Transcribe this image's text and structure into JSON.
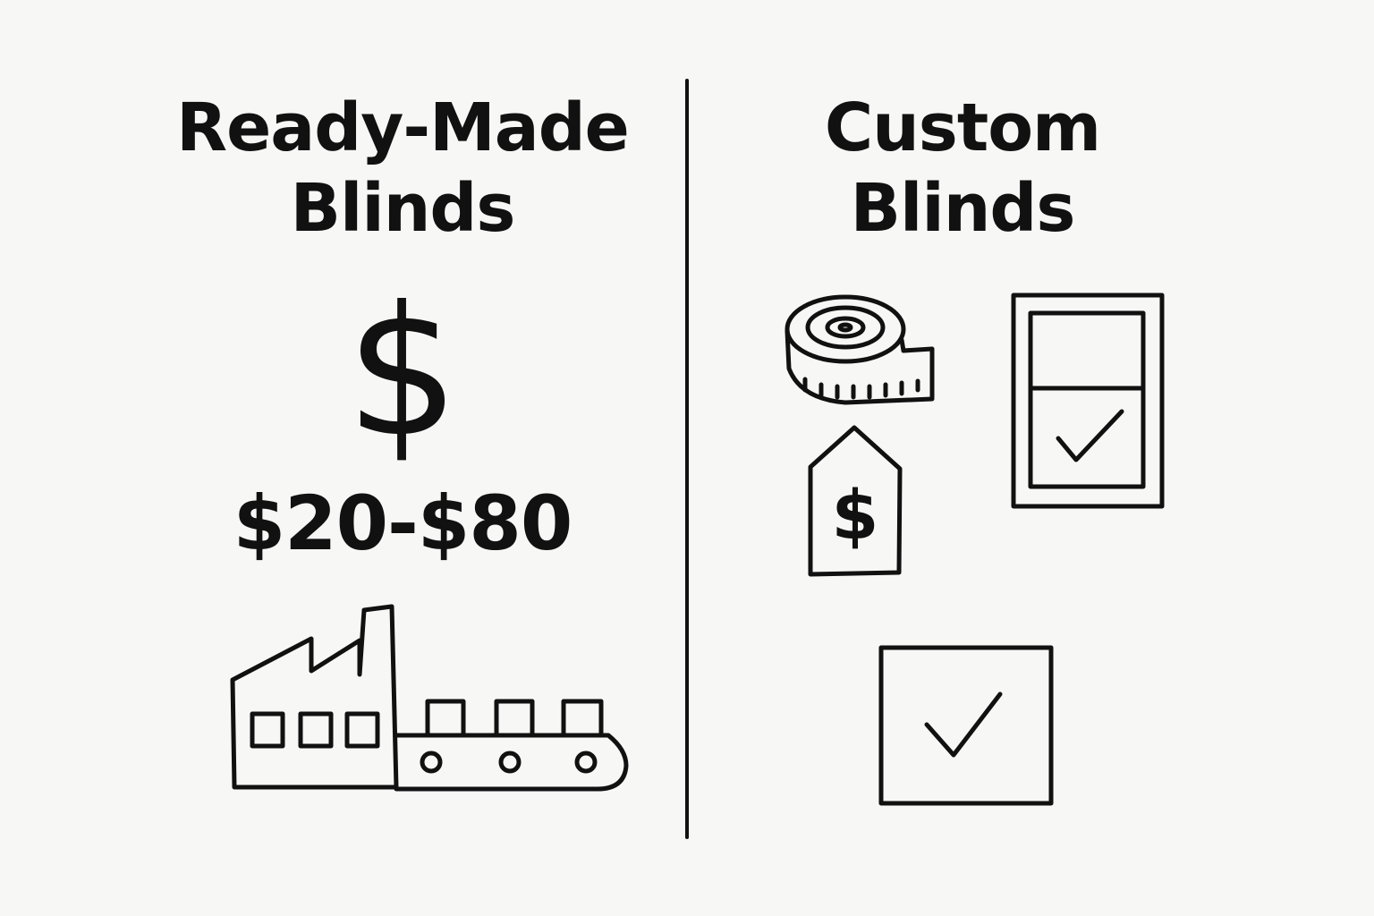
{
  "left_panel": {
    "title_line1": "Ready-Made",
    "title_line2": "Blinds",
    "price_symbol": "$",
    "price_range": "$20-$80",
    "icons": [
      "factory-conveyor-icon"
    ]
  },
  "right_panel": {
    "title_line1": "Custom",
    "title_line2": "Blinds",
    "tag_symbol": "$",
    "icons": [
      "measuring-tape-icon",
      "price-tag-icon",
      "window-check-icon",
      "checkbox-check-icon"
    ]
  },
  "colors": {
    "background": "#f7f7f6",
    "ink": "#111111"
  }
}
